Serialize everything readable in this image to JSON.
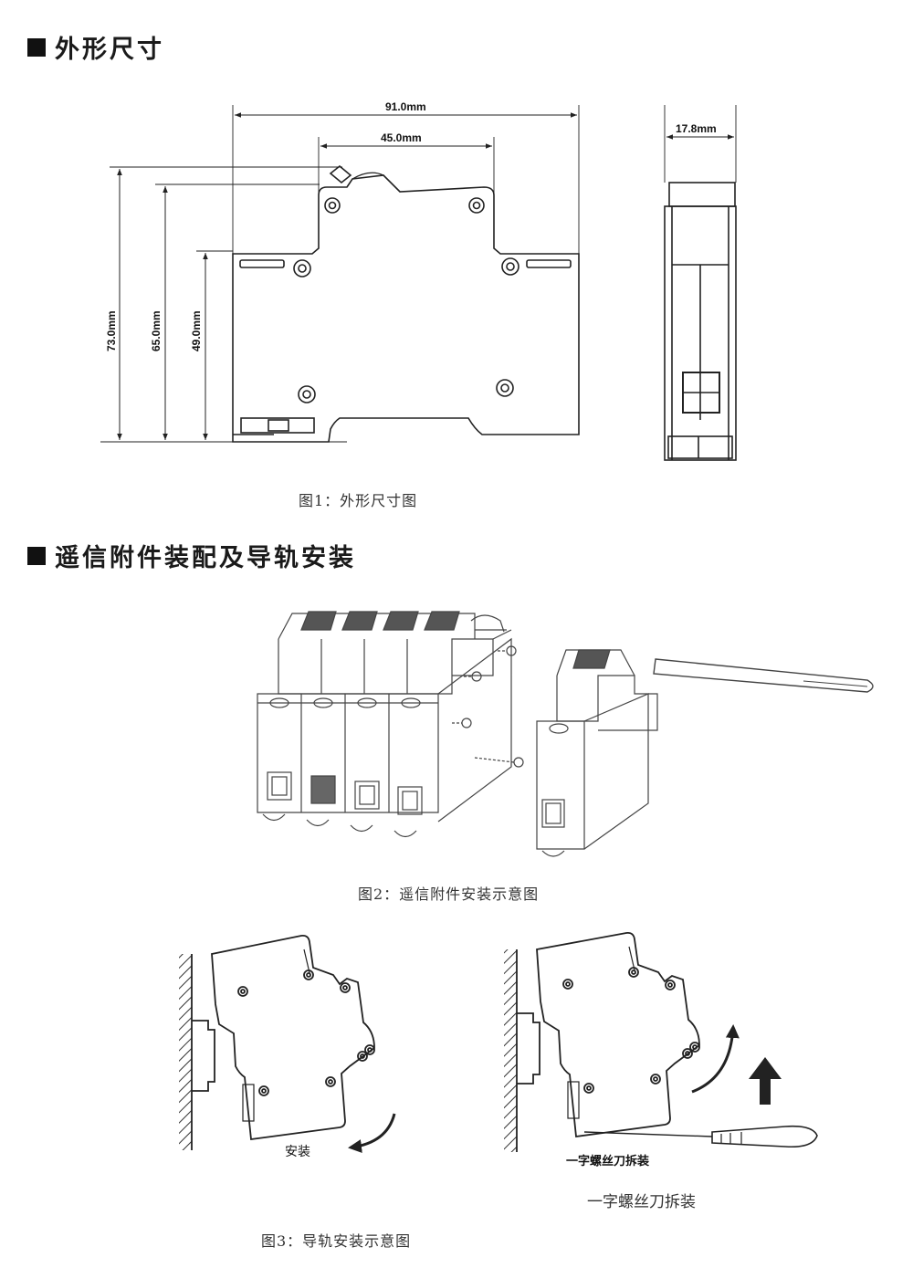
{
  "sections": {
    "dimensions_title": "外形尺寸",
    "assembly_title": "遥信附件装配及导轨安装"
  },
  "figure1": {
    "caption": "图1：外形尺寸图",
    "width_total": "91.0mm",
    "width_inner": "45.0mm",
    "height_total": "73.0mm",
    "height_mid": "65.0mm",
    "height_low": "49.0mm",
    "side_width": "17.8mm"
  },
  "figure2": {
    "caption": "图2：遥信附件安装示意图"
  },
  "figure3": {
    "caption": "图3：导轨安装示意图",
    "install_label": "安装",
    "remove_label_small": "一字螺丝刀拆装",
    "remove_label": "一字螺丝刀拆装"
  }
}
